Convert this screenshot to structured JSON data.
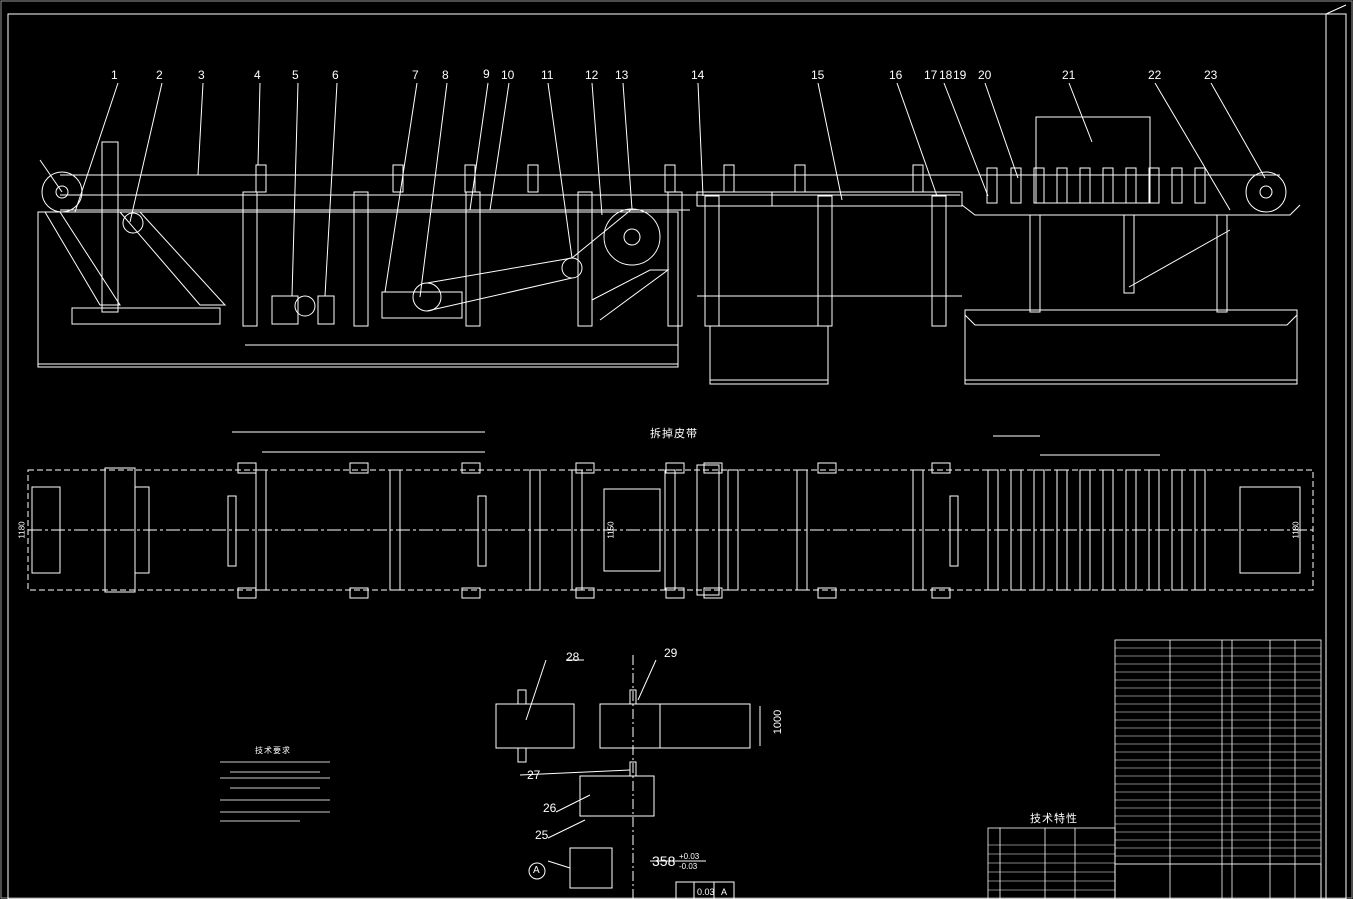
{
  "drawing": {
    "part_numbers": [
      "1",
      "2",
      "3",
      "4",
      "5",
      "6",
      "7",
      "8",
      "9",
      "10",
      "11",
      "12",
      "13",
      "14",
      "15",
      "16",
      "17",
      "18",
      "19",
      "20",
      "21",
      "22",
      "23",
      "25",
      "26",
      "27",
      "28",
      "29"
    ],
    "plan_view_title": "拆掉皮带",
    "technical_features_title": "技术特性",
    "tech_requirements_title": "技术要求",
    "detail_labels": {
      "dim_358": "358",
      "tol_upper": "+0.03",
      "tol_lower": "-0.03",
      "dim_1000": "1000",
      "datum": "A",
      "flatness": "0.03",
      "flatness_datum": "A"
    },
    "plan_width_left": "1180",
    "plan_width_mid": "1150",
    "plan_width_right": "1180"
  },
  "colors": {
    "background": "#000000",
    "lines": "#ffffff",
    "frame": "#ffffff"
  }
}
